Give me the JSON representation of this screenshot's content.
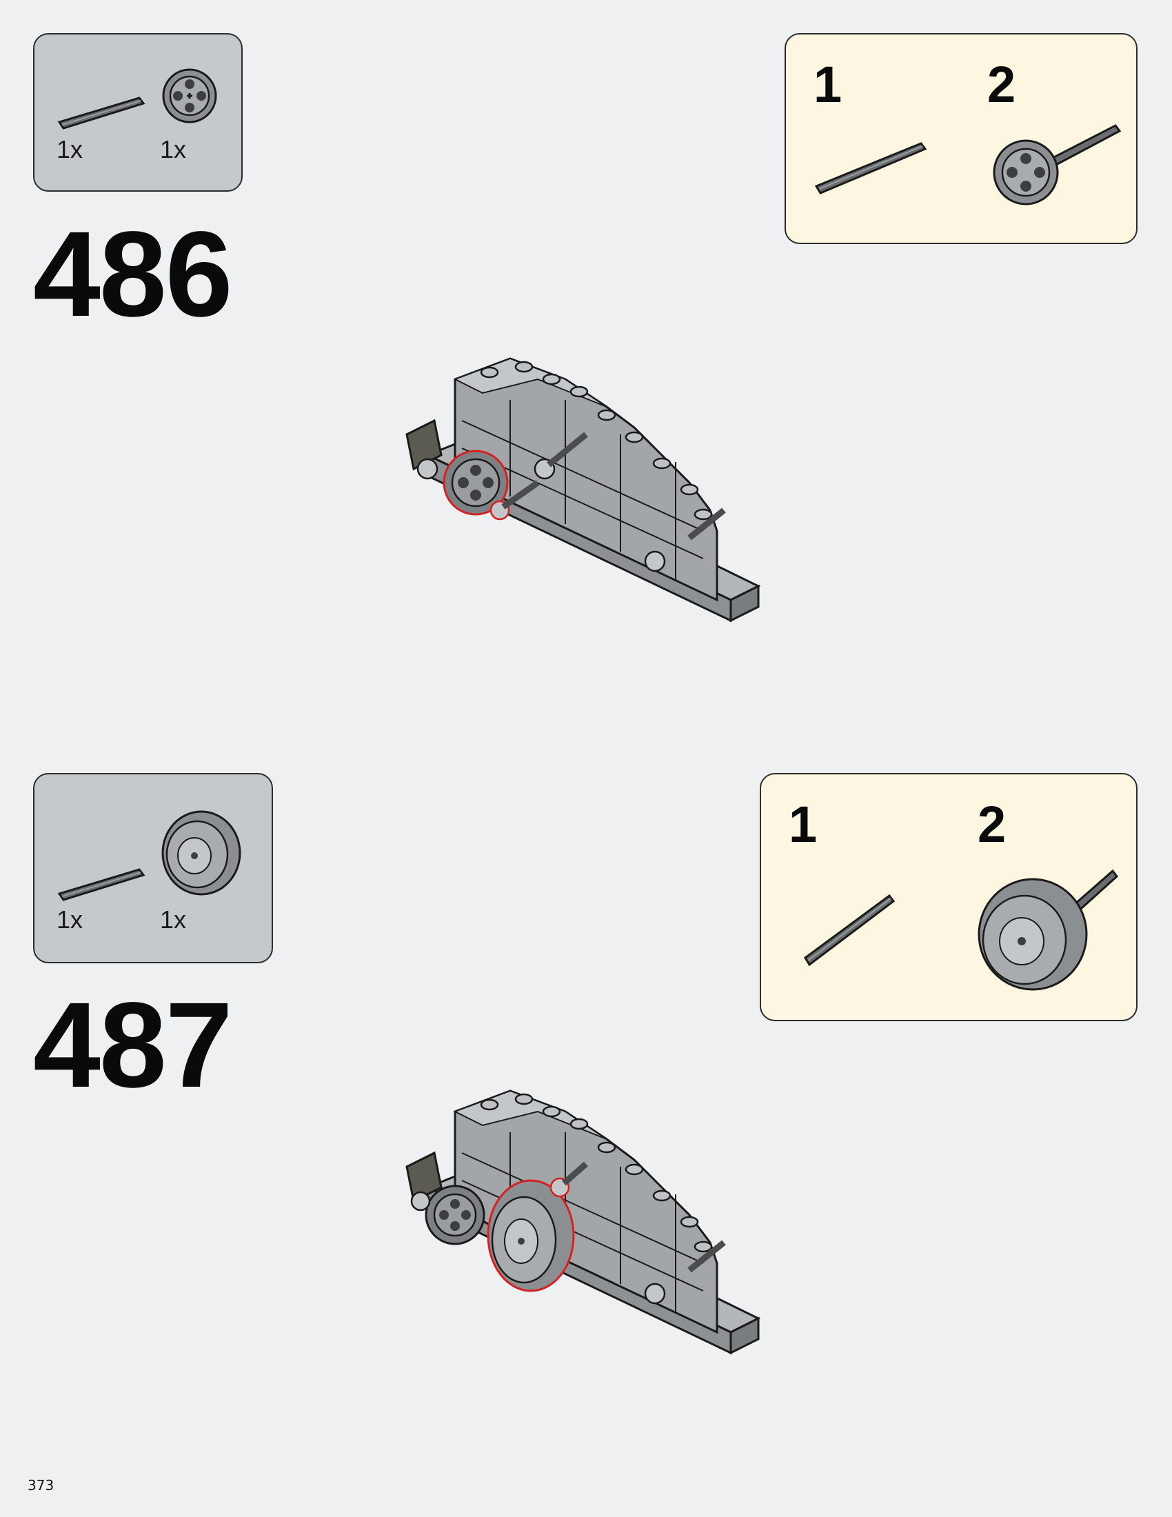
{
  "steps": [
    {
      "number": "486",
      "parts": [
        {
          "icon": "axle-icon",
          "qty": "1x"
        },
        {
          "icon": "wedge-belt-wheel-icon",
          "qty": "1x"
        }
      ],
      "submodel": [
        {
          "label": "1",
          "icon": "axle-icon"
        },
        {
          "label": "2",
          "icon": "axle-with-wheel-icon"
        }
      ]
    },
    {
      "number": "487",
      "parts": [
        {
          "icon": "axle-icon",
          "qty": "1x"
        },
        {
          "icon": "rim-icon",
          "qty": "1x"
        }
      ],
      "submodel": [
        {
          "label": "1",
          "icon": "axle-icon"
        },
        {
          "label": "2",
          "icon": "axle-with-rim-icon"
        }
      ]
    }
  ],
  "page_number": "373",
  "colors": {
    "background": "#eef0f2",
    "parts_box": "#c6c9cc",
    "submodel_box": "#fdf6e0",
    "brick_gray": "#a3a6a8",
    "highlight": "#d32222"
  }
}
